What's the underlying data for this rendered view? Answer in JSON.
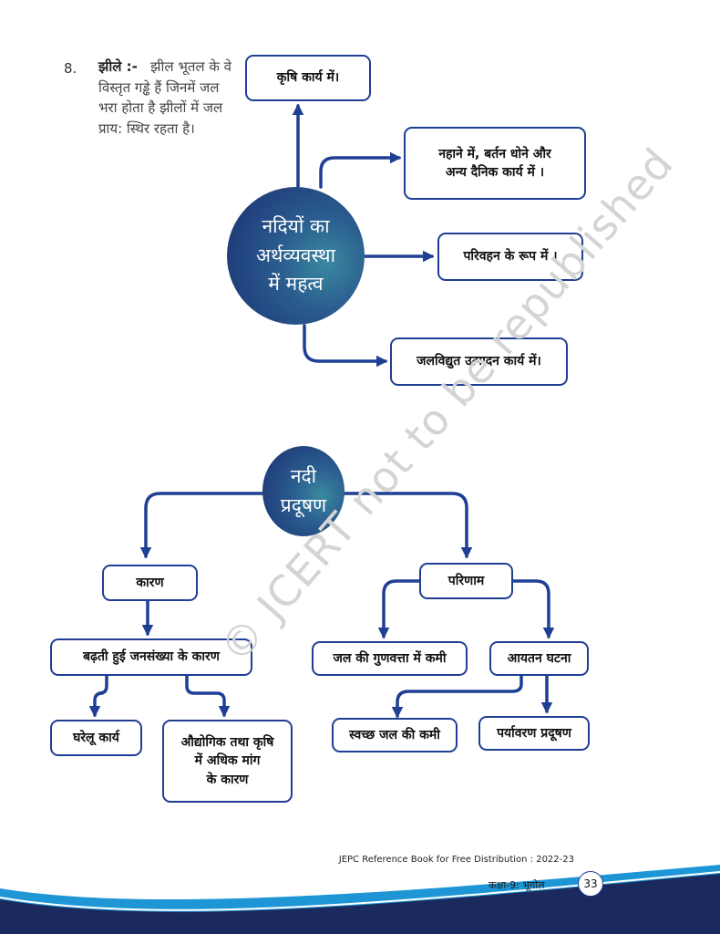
{
  "intro": {
    "number": "8.",
    "term": "झीले :-",
    "text": "झील भूतल के वे विस्तृत गड्ढे हैं जिनमें जल भरा होता है झीलों में जल प्राय: स्थिर रहता है।"
  },
  "diagram1": {
    "center_line1": "नदियों का",
    "center_line2": "अर्थव्यवस्था",
    "center_line3": "में महत्व",
    "agriculture": "कृषि कार्य में।",
    "bathing_line1": "नहाने में, बर्तन धोने और",
    "bathing_line2": "अन्य दैनिक कार्य में ।",
    "transport": "परिवहन के रूप में ।",
    "hydro": "जलविद्युत उत्पादन कार्य में।"
  },
  "diagram2": {
    "center_line1": "नदी",
    "center_line2": "प्रदूषण",
    "cause": "कारण",
    "result": "परिणाम",
    "population": "बढ़ती हुई जनसंख्या के कारण",
    "domestic": "घरेलू कार्य",
    "industrial_line1": "औद्योगिक तथा कृषि",
    "industrial_line2": "में  अधिक मांग",
    "industrial_line3": "के कारण",
    "water_quality": "जल की गुणवत्ता में कमी",
    "volume": "आयतन घटना",
    "clean_water": "स्वच्छ जल की कमी",
    "env_pollution": "पर्यावरण प्रदूषण"
  },
  "watermark": "© JCERT not to be republished",
  "footer": {
    "note": "JEPC Reference Book for Free Distribution : 2022-23",
    "class_label": "कक्षा-9: भूगोल",
    "page_number": "33"
  },
  "colors": {
    "arrow": "#1f3f94",
    "circle_dark": "#1b2f72",
    "circle_light": "#3a89a0",
    "wave_blue": "#1e96d6",
    "wave_dark": "#1b2a5e"
  }
}
